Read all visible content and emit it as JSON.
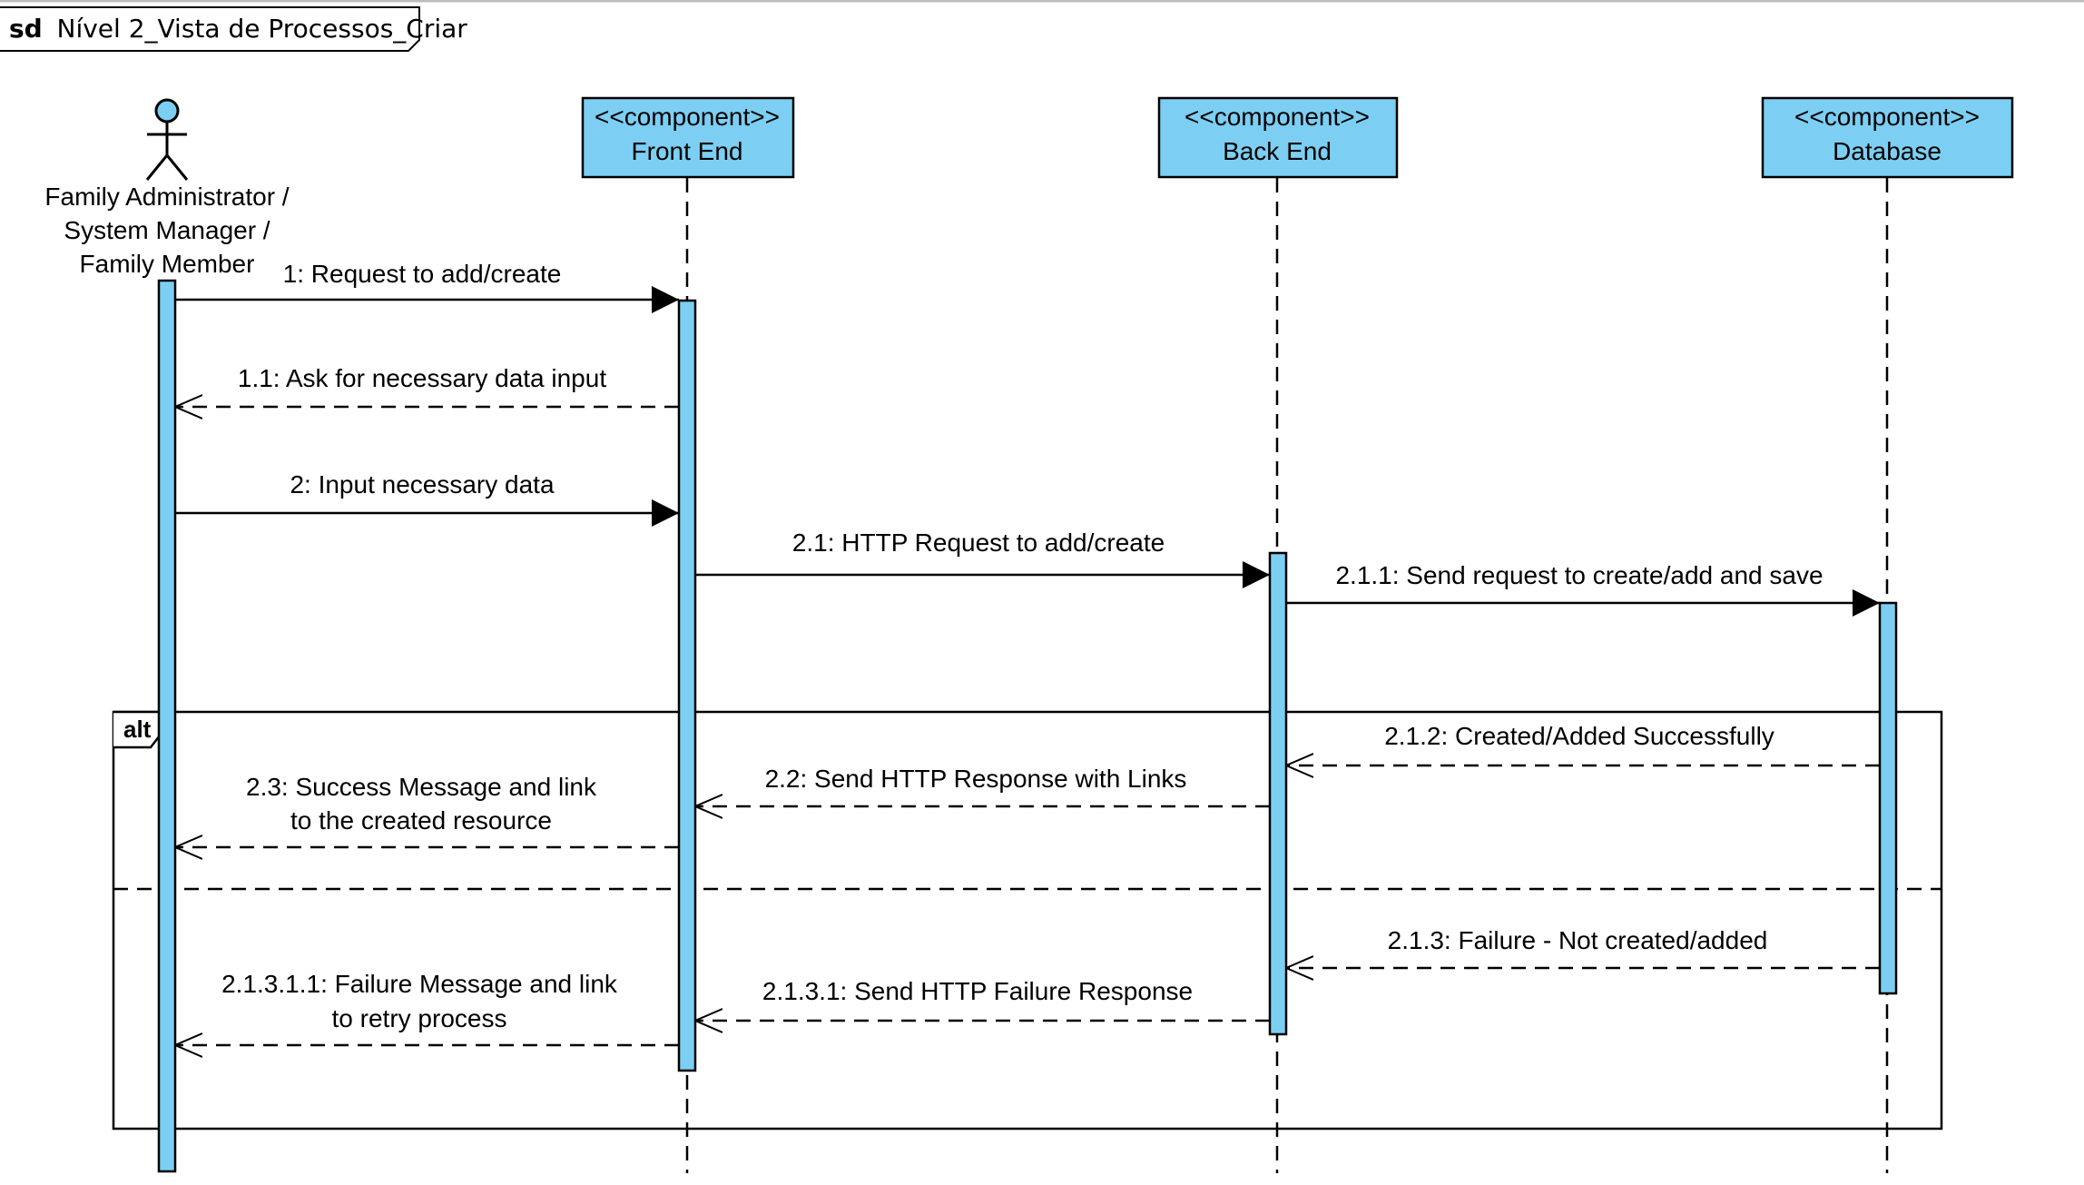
{
  "frame": {
    "keyword": "sd",
    "title": "Nível 2_Vista de Processos_Criar"
  },
  "actor": {
    "name_lines": [
      "Family Administrator /",
      "System Manager /",
      "Family Member"
    ]
  },
  "components": [
    {
      "stereotype": "<<component>>",
      "name": "Front End"
    },
    {
      "stereotype": "<<component>>",
      "name": "Back End"
    },
    {
      "stereotype": "<<component>>",
      "name": "Database"
    }
  ],
  "fragment": {
    "operator": "alt"
  },
  "messages": [
    {
      "lines": [
        "1: Request to add/create"
      ],
      "type": "sync",
      "from": "actor",
      "to": "frontend"
    },
    {
      "lines": [
        "1.1: Ask for necessary data input"
      ],
      "type": "reply",
      "from": "frontend",
      "to": "actor"
    },
    {
      "lines": [
        "2: Input necessary data"
      ],
      "type": "sync",
      "from": "actor",
      "to": "frontend"
    },
    {
      "lines": [
        "2.1: HTTP Request to add/create"
      ],
      "type": "sync",
      "from": "frontend",
      "to": "backend"
    },
    {
      "lines": [
        "2.1.1: Send request to create/add and save"
      ],
      "type": "sync",
      "from": "backend",
      "to": "database"
    },
    {
      "lines": [
        "2.1.2: Created/Added Successfully"
      ],
      "type": "reply",
      "from": "database",
      "to": "backend"
    },
    {
      "lines": [
        "2.2: Send HTTP Response with Links"
      ],
      "type": "reply",
      "from": "backend",
      "to": "frontend"
    },
    {
      "lines": [
        "2.3: Success Message and link",
        "to the created resource"
      ],
      "type": "reply",
      "from": "frontend",
      "to": "actor"
    },
    {
      "lines": [
        "2.1.3: Failure - Not created/added"
      ],
      "type": "reply",
      "from": "database",
      "to": "backend"
    },
    {
      "lines": [
        "2.1.3.1: Send HTTP Failure Response"
      ],
      "type": "reply",
      "from": "backend",
      "to": "frontend"
    },
    {
      "lines": [
        "2.1.3.1.1: Failure Message and link",
        "to retry process"
      ],
      "type": "reply",
      "from": "frontend",
      "to": "actor"
    }
  ],
  "colors": {
    "fill": "#7ccff2",
    "stroke": "#000000",
    "background": "#ffffff"
  }
}
